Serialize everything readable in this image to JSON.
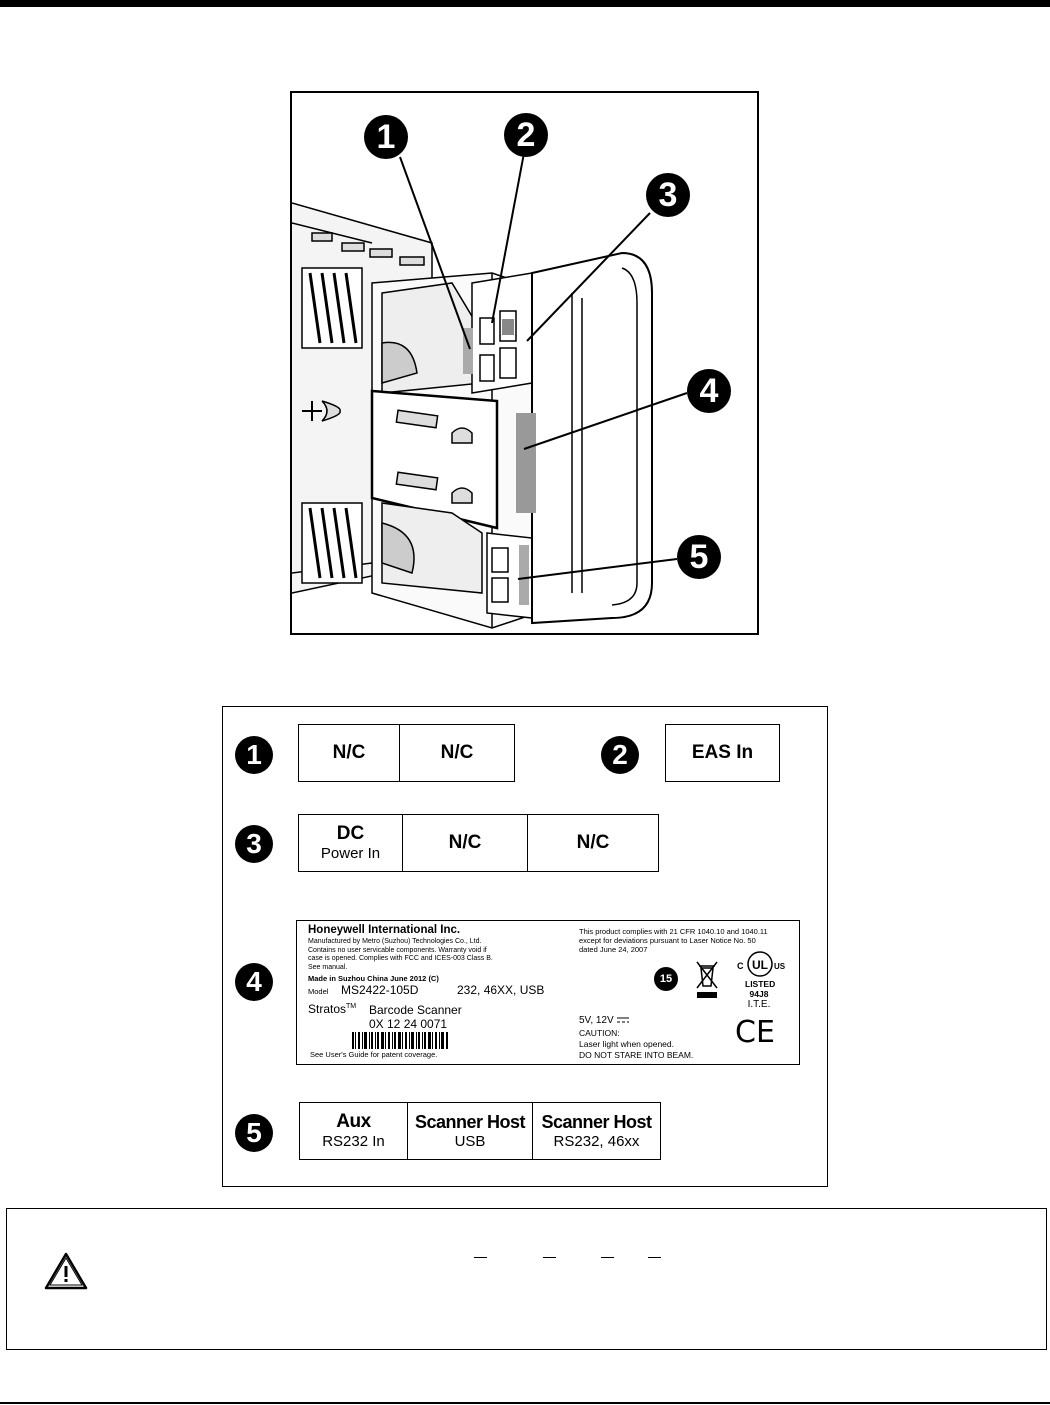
{
  "figure": {
    "callouts": [
      "1",
      "2",
      "3",
      "4",
      "5"
    ]
  },
  "legend": {
    "row1": {
      "badge": "1",
      "cells": [
        "N/C",
        "N/C"
      ]
    },
    "row2": {
      "badge": "2",
      "cells": [
        "EAS In"
      ]
    },
    "row3": {
      "badge": "3",
      "cells": [
        {
          "title": "DC",
          "sub": "Power In"
        },
        {
          "title": "N/C"
        },
        {
          "title": "N/C"
        }
      ]
    },
    "row4": {
      "badge": "4"
    },
    "row5": {
      "badge": "5",
      "cells": [
        {
          "title": "Aux",
          "sub": "RS232 In"
        },
        {
          "title": "Scanner Host",
          "sub": "USB"
        },
        {
          "title": "Scanner Host",
          "sub": "RS232, 46xx"
        }
      ]
    }
  },
  "product_label": {
    "company": "Honeywell International Inc.",
    "manufacturer_lines": [
      "Manufactured by Metro (Suzhou) Technologies Co., Ltd.",
      "Contains no user servicable components.  Warranty void if",
      "case is opened.  Complies with FCC and ICES-003  Class B.",
      "See manual."
    ],
    "made_in": "Made in Suzhou China    June  2012  (C)",
    "model_prefix": "Model",
    "model_number": "MS2422-105D",
    "model_interfaces": "232, 46XX, USB",
    "brand": "Stratos",
    "trademark": "TM",
    "product_type": "Barcode Scanner",
    "serial": "0X 12 24 0071",
    "patent_note": "See User's Guide for patent coverage.",
    "compliance_lines": [
      "This product complies with 21 CFR 1040.10 and 1040.11",
      "except for deviations pursuant to Laser Notice No. 50",
      "dated June 24, 2007"
    ],
    "voltage": "5V, 12V",
    "caution_lines": [
      "CAUTION:",
      "Laser light when opened.",
      "DO NOT STARE INTO BEAM."
    ],
    "rohs_number": "15",
    "ul_text": [
      "LISTED",
      "94J8",
      "I.T.E."
    ],
    "ul_c": "C",
    "ul_us": "US",
    "ul_mark": "UL",
    "ce_mark": "CE"
  },
  "icons": {
    "caution": "warning-triangle-icon",
    "weee": "crossed-bin-icon",
    "rohs": "rohs-15-icon",
    "ul": "ul-listed-icon",
    "ce": "ce-mark-icon",
    "barcode": "barcode-icon",
    "dc": "dc-symbol-icon"
  }
}
